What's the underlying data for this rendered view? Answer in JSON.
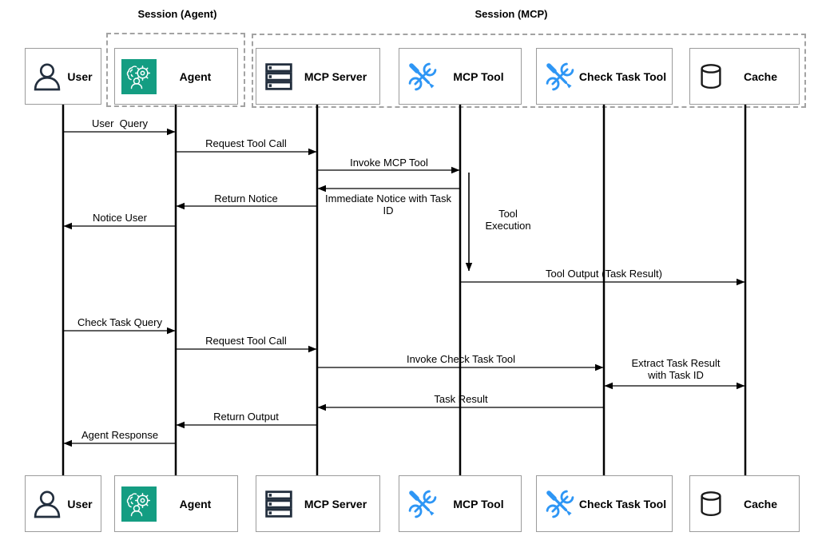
{
  "sessions": [
    {
      "label": "Session (Agent)"
    },
    {
      "label": "Session (MCP)"
    }
  ],
  "participants": [
    {
      "name": "User",
      "icon": "user-icon"
    },
    {
      "name": "Agent",
      "icon": "agent-icon"
    },
    {
      "name": "MCP Server",
      "icon": "server-icon"
    },
    {
      "name": "MCP Tool",
      "icon": "tools-icon"
    },
    {
      "name": "Check Task Tool",
      "icon": "tools-icon"
    },
    {
      "name": "Cache",
      "icon": "database-icon"
    }
  ],
  "messages": [
    {
      "label": "User  Query",
      "from": "User",
      "to": "Agent"
    },
    {
      "label": "Request Tool Call",
      "from": "Agent",
      "to": "MCP Server"
    },
    {
      "label": "Invoke MCP Tool",
      "from": "MCP Server",
      "to": "MCP Tool"
    },
    {
      "label": "Immediate Notice with Task ID",
      "from": "MCP Tool",
      "to": "MCP Server"
    },
    {
      "label": "Return Notice",
      "from": "MCP Server",
      "to": "Agent"
    },
    {
      "label": "Notice User",
      "from": "Agent",
      "to": "User"
    },
    {
      "label": "Tool Execution",
      "from": "MCP Tool",
      "to": "MCP Tool",
      "type": "self"
    },
    {
      "label": "Tool Output (Task Result)",
      "from": "MCP Tool",
      "to": "Cache"
    },
    {
      "label": "Check Task Query",
      "from": "User",
      "to": "Agent"
    },
    {
      "label": "Request Tool Call",
      "from": "Agent",
      "to": "MCP Server"
    },
    {
      "label": "Invoke Check Task Tool",
      "from": "MCP Server",
      "to": "Check Task Tool"
    },
    {
      "label": "Extract Task Result with Task ID",
      "from": "Check Task Tool",
      "to": "Cache",
      "bidirectional": true
    },
    {
      "label": "Task Result",
      "from": "Check Task Tool",
      "to": "MCP Server"
    },
    {
      "label": "Return Output",
      "from": "MCP Server",
      "to": "Agent"
    },
    {
      "label": "Agent Response",
      "from": "Agent",
      "to": "User"
    }
  ],
  "colors": {
    "agent_icon_bg": "#149d82",
    "tool_icon_blue": "#2e96f5",
    "dark_icon": "#232f3e",
    "box_border": "#9b9b9b",
    "line": "#000000",
    "session_dash": "#a3a3a3"
  }
}
